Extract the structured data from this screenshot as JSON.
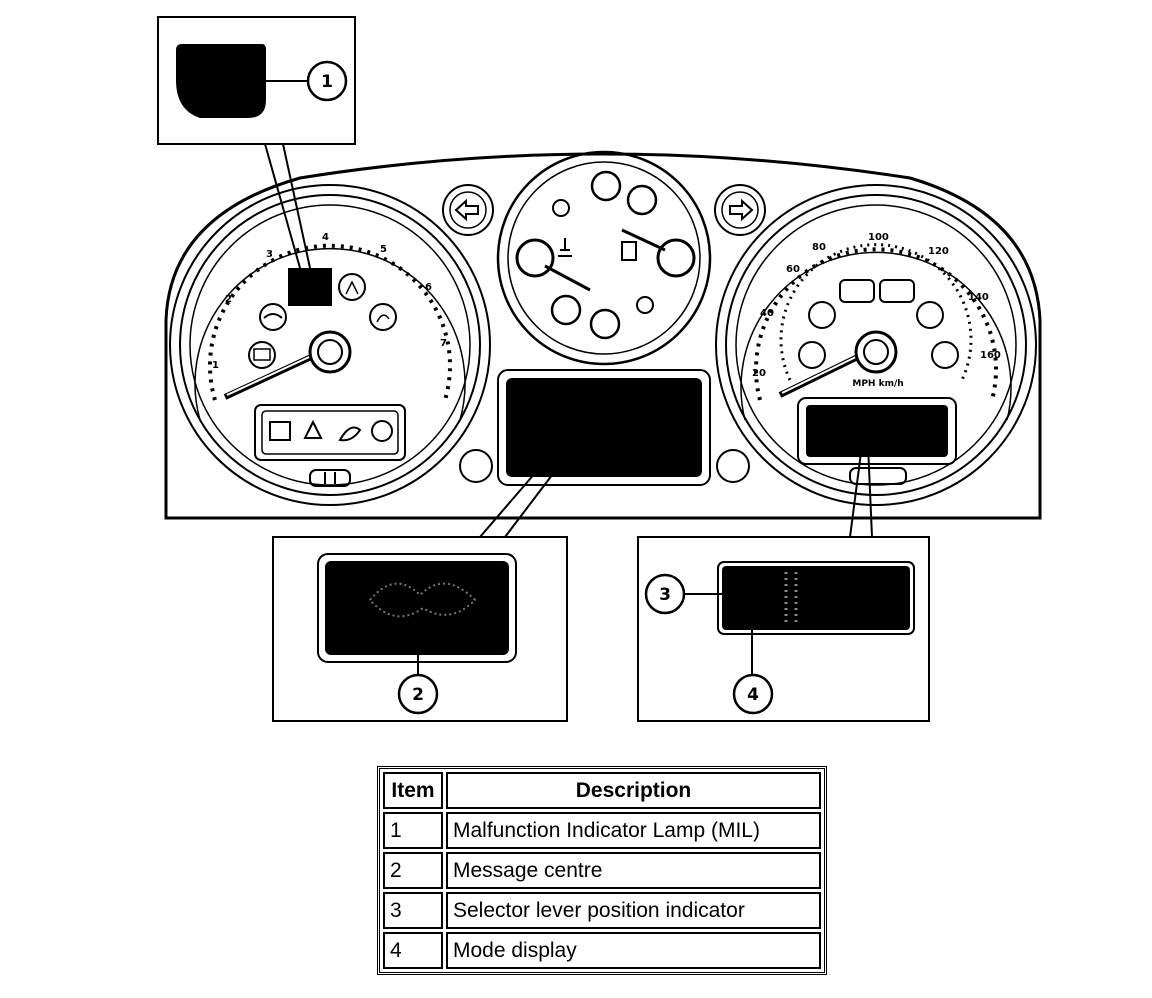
{
  "callouts": [
    "1",
    "2",
    "3",
    "4"
  ],
  "gauges": {
    "tachometer": {
      "label": "",
      "scale": [
        "1",
        "2",
        "3",
        "4",
        "5",
        "6",
        "7"
      ]
    },
    "speedometer": {
      "label": "MPH km/h",
      "scale": [
        "20",
        "40",
        "60",
        "80",
        "100",
        "120",
        "140",
        "160"
      ]
    }
  },
  "legend": {
    "headers": {
      "item": "Item",
      "description": "Description"
    },
    "rows": [
      {
        "item": "1",
        "description": "Malfunction Indicator Lamp (MIL)"
      },
      {
        "item": "2",
        "description": "Message centre"
      },
      {
        "item": "3",
        "description": "Selector lever position indicator"
      },
      {
        "item": "4",
        "description": "Mode display"
      }
    ]
  }
}
